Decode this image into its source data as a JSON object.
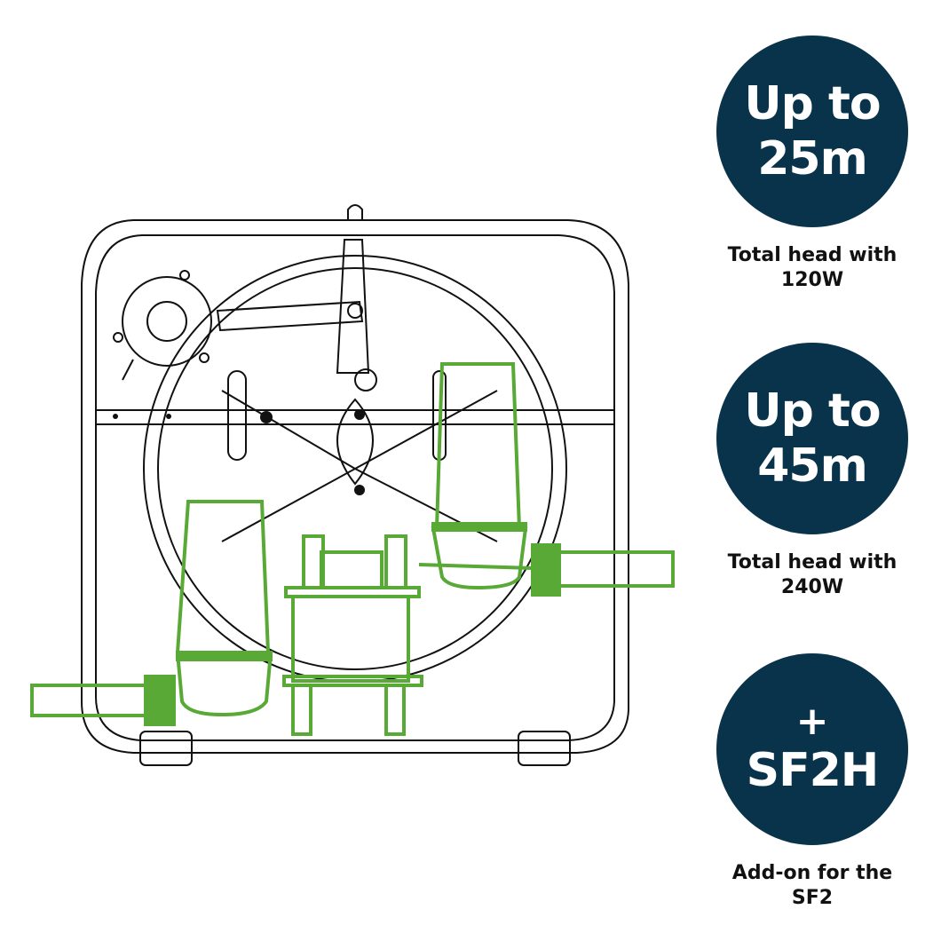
{
  "colors": {
    "circle_bg": "#08334a",
    "circle_text": "#ffffff",
    "accent_green": "#58a935",
    "outline": "#111111",
    "caption_text": "#111111"
  },
  "illustration": {
    "label": "Hose reel with SF2 and SF2H pumps line drawing"
  },
  "features": [
    {
      "line1": "Up to",
      "line2": "25m",
      "caption1": "Total head with",
      "caption2": "120W"
    },
    {
      "line1": "Up to",
      "line2": "45m",
      "caption1": "Total head with",
      "caption2": "240W"
    },
    {
      "line1": "+",
      "line2": "SF2H",
      "caption1": "Add-on for the",
      "caption2": "SF2"
    }
  ]
}
